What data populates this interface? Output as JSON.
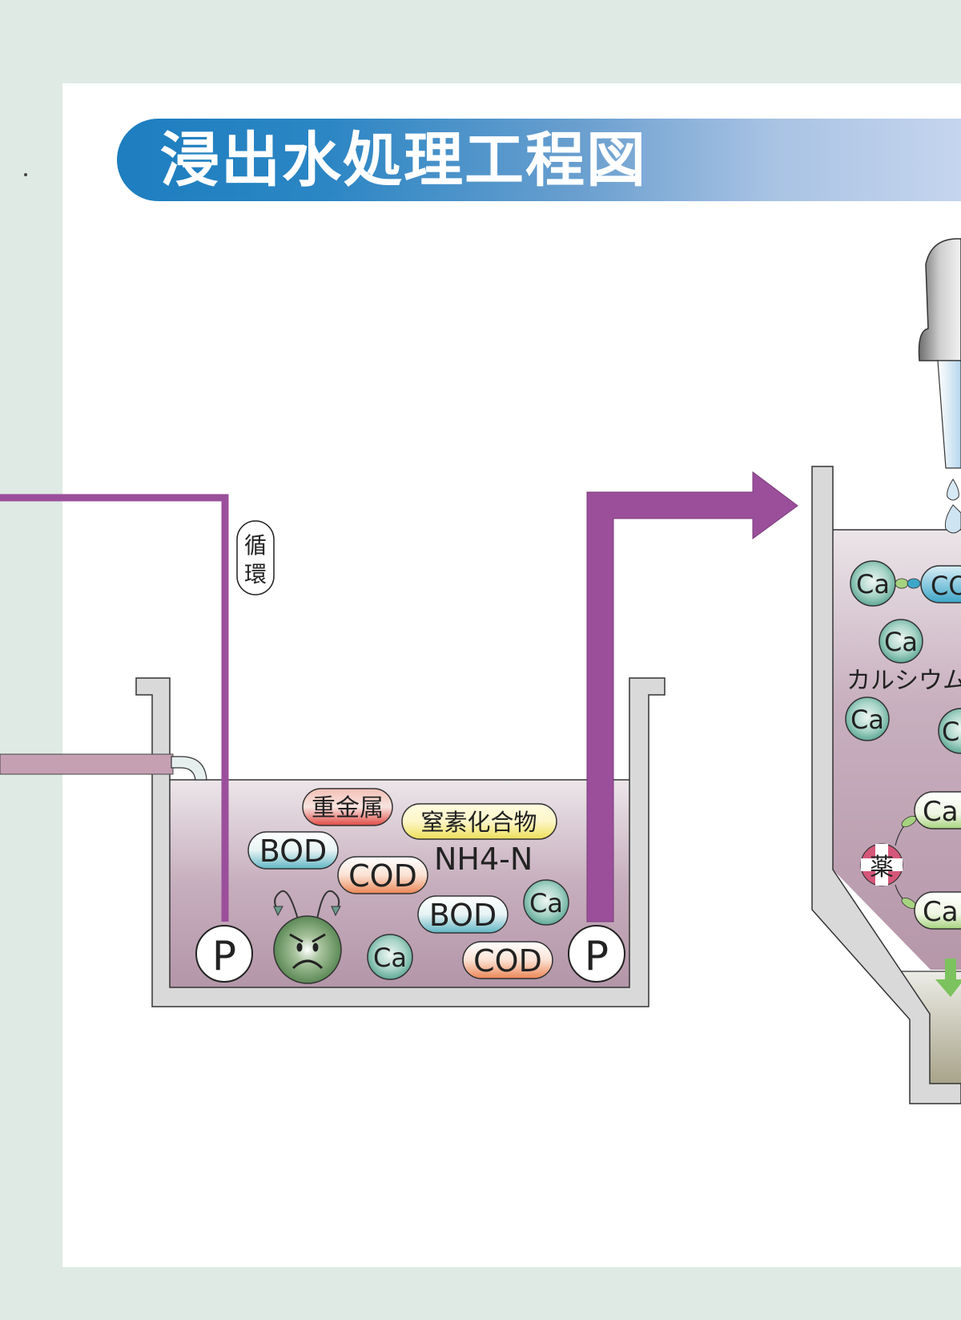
{
  "title": "浸出水処理工程図",
  "colors": {
    "background_border": "#dfeae4",
    "title_start": "#1d7ec0",
    "title_end": "#c5d5ee",
    "pipe_purple": "#9b4f9b",
    "water": "#b99aac",
    "tank_wall": "#d8d8d8"
  },
  "labels": {
    "circulation": "循環",
    "pump_symbol": "P",
    "heavy_metals": "重金属",
    "nitrogen_compounds": "窒素化合物",
    "ammonium_nitrogen": "NH4-N",
    "bod": "BOD",
    "cod": "COD",
    "calcium_symbol": "Ca",
    "calcium_name": "カルシウム",
    "co_partial": "CO",
    "chemical_agent": "薬",
    "c_partial": "C"
  },
  "icons": {
    "microbe": "angry-microbe-icon",
    "dropper": "dropper-icon",
    "flow_arrow": "right-arrow-icon",
    "settle_arrow": "down-arrow-icon"
  }
}
